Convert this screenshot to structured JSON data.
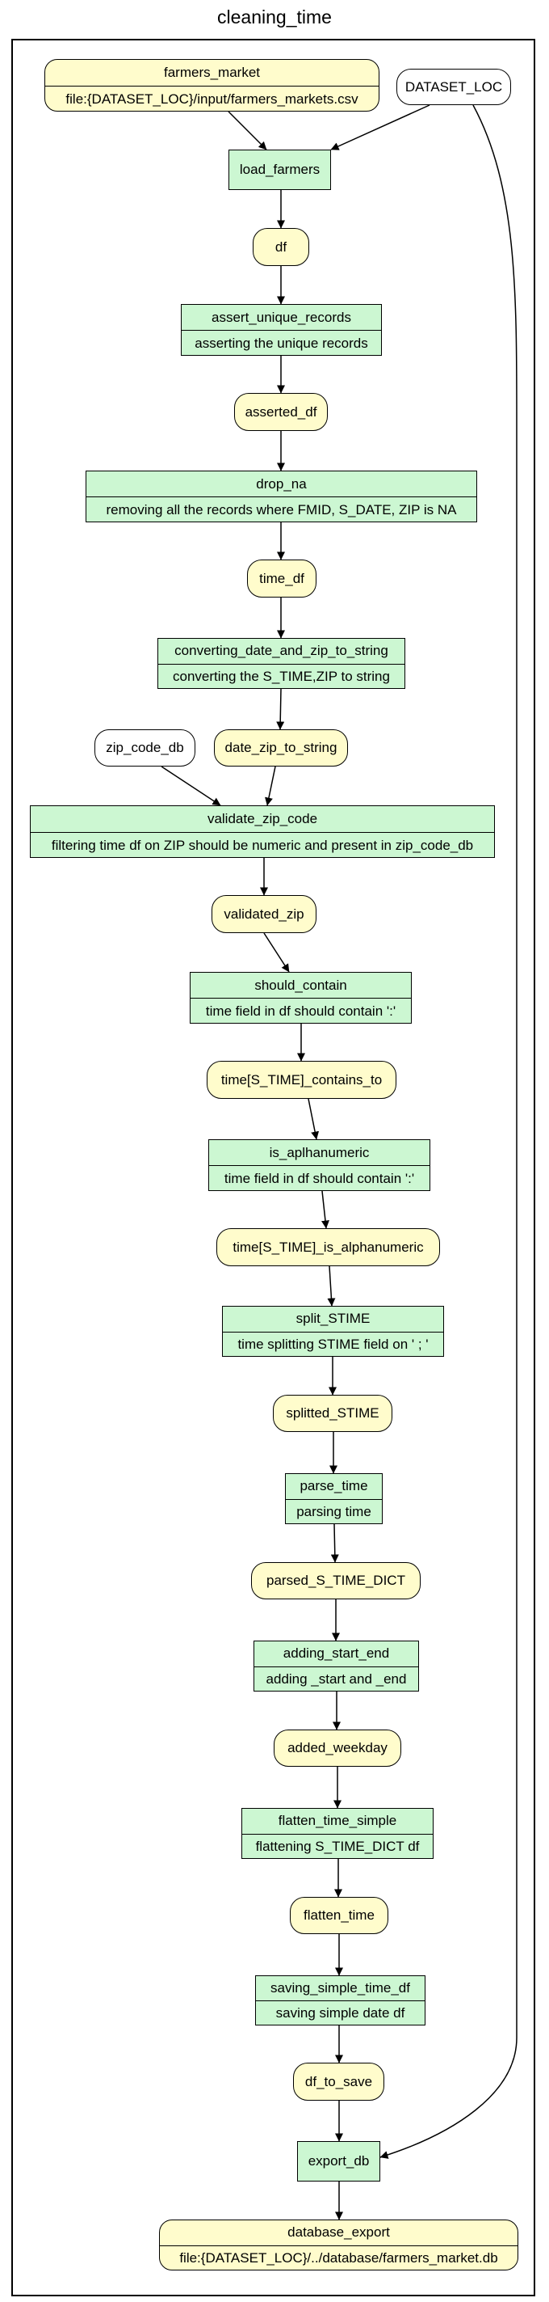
{
  "title": "cleaning_time",
  "nodes": {
    "farmers_market": {
      "label": "farmers_market",
      "sub": "file:{DATASET_LOC}/input/farmers_markets.csv"
    },
    "dataset_loc": {
      "label": "DATASET_LOC"
    },
    "load_farmers": {
      "label": "load_farmers"
    },
    "df": {
      "label": "df"
    },
    "assert_unique_records": {
      "label": "assert_unique_records",
      "sub": "asserting the unique records"
    },
    "asserted_df": {
      "label": "asserted_df"
    },
    "drop_na": {
      "label": "drop_na",
      "sub": "removing all the records where FMID, S_DATE, ZIP is NA"
    },
    "time_df": {
      "label": "time_df"
    },
    "converting_date_and_zip_to_string": {
      "label": "converting_date_and_zip_to_string",
      "sub": "converting the S_TIME,ZIP to string"
    },
    "zip_code_db": {
      "label": "zip_code_db"
    },
    "date_zip_to_string": {
      "label": "date_zip_to_string"
    },
    "validate_zip_code": {
      "label": "validate_zip_code",
      "sub": "filtering time df on ZIP should be numeric and present in zip_code_db"
    },
    "validated_zip": {
      "label": "validated_zip"
    },
    "should_contain": {
      "label": "should_contain",
      "sub": "time field in df should contain ':'"
    },
    "time_contains_to": {
      "label": "time[S_TIME]_contains_to"
    },
    "is_aplhanumeric": {
      "label": "is_aplhanumeric",
      "sub": "time field in df should contain ':'"
    },
    "time_is_alphanumeric": {
      "label": "time[S_TIME]_is_alphanumeric"
    },
    "split_stime": {
      "label": "split_STIME",
      "sub": "time splitting STIME field on ' ; '"
    },
    "splitted_stime": {
      "label": "splitted_STIME"
    },
    "parse_time": {
      "label": "parse_time",
      "sub": "parsing time"
    },
    "parsed_s_time_dict": {
      "label": "parsed_S_TIME_DICT"
    },
    "adding_start_end": {
      "label": "adding_start_end",
      "sub": "adding _start and _end"
    },
    "added_weekday": {
      "label": "added_weekday"
    },
    "flatten_time_simple": {
      "label": "flatten_time_simple",
      "sub": "flattening S_TIME_DICT df"
    },
    "flatten_time": {
      "label": "flatten_time"
    },
    "saving_simple_time_df": {
      "label": "saving_simple_time_df",
      "sub": "saving simple date df"
    },
    "df_to_save": {
      "label": "df_to_save"
    },
    "export_db": {
      "label": "export_db"
    },
    "database_export": {
      "label": "database_export",
      "sub": "file:{DATASET_LOC}/../database/farmers_market.db"
    }
  },
  "colors": {
    "data_fill": "#fffccc",
    "function_fill": "#ccf7d2",
    "input_fill": "#ffffff",
    "stroke": "#000000"
  }
}
